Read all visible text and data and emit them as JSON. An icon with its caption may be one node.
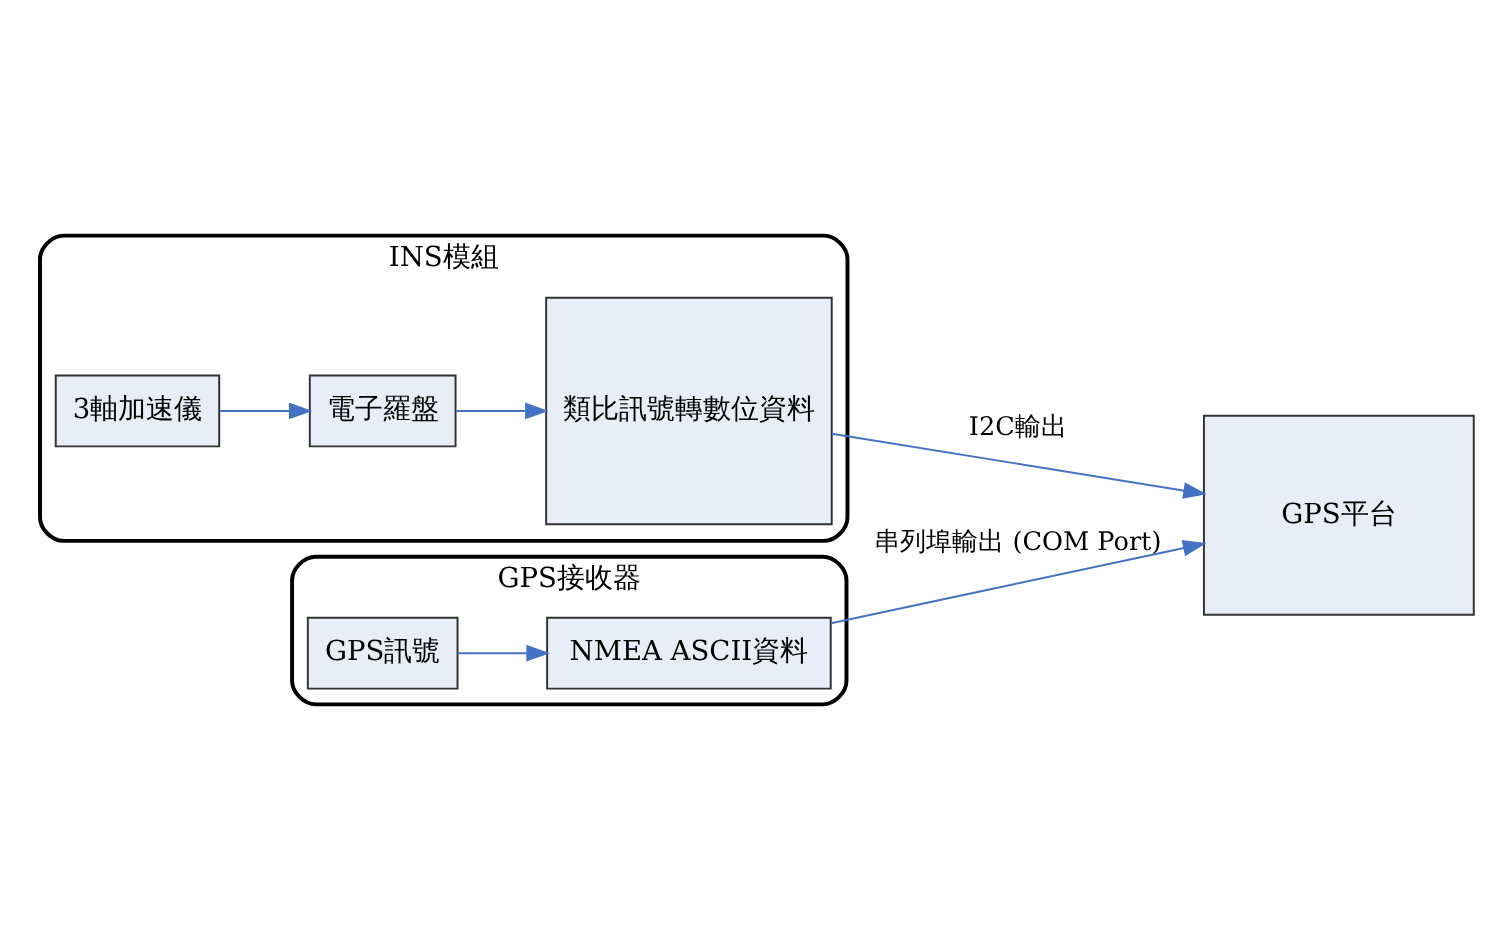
{
  "diagram": {
    "nodes": [
      {
        "text": [
          "INS模組"
        ]
      },
      {
        "text": [
          "3軸加速儀"
        ],
        "in": 0
      },
      {
        "text": [
          "電子羅盤"
        ],
        "in": 0
      },
      {
        "text": [
          "類比訊號轉數位資料"
        ],
        "in": 0
      },
      {
        "text": [
          "GPS平台"
        ]
      },
      {
        "text": [
          "GPS接收器"
        ]
      },
      {
        "text": [
          "GPS訊號"
        ],
        "in": 5
      },
      {
        "text": [
          "NMEA ASCII資料"
        ],
        "in": 5
      }
    ],
    "edges": [
      {
        "from": 1,
        "to": 2,
        "arrow": "to"
      },
      {
        "from": 2,
        "to": 3,
        "arrow": "to"
      },
      {
        "from": 3,
        "to": 4,
        "arrow": "to",
        "label": "I2C輸出"
      },
      {
        "from": 6,
        "to": 7,
        "arrow": "to"
      },
      {
        "from": 7,
        "to": 4,
        "arrow": "to",
        "label": "串列埠輸出 (COM Port)"
      }
    ]
  }
}
